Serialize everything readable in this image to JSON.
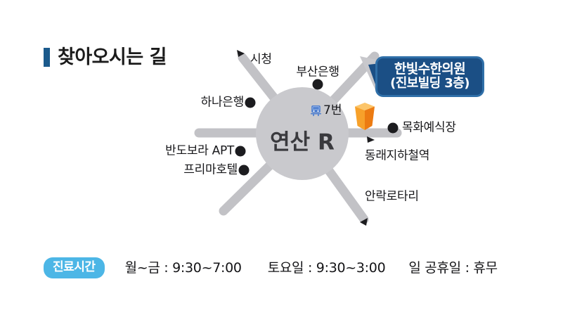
{
  "header": {
    "title": "찾아오시는 길",
    "marker_color": "#1b5a8c"
  },
  "map": {
    "hub": {
      "name": "연산 R",
      "circle_color": "#c9c9cd"
    },
    "road_color": "#c2c2c6",
    "clinic_callout": {
      "line1": "한빛수한의원",
      "line2": "(진보빌딩 3층)",
      "background_color": "#1b4f85",
      "border_color": "#2f6fa8",
      "text_color": "#ffffff"
    },
    "subway_exit": {
      "icon": "subway-icon",
      "label": "7번",
      "icon_color": "#3a6fc4"
    },
    "destination_marker": {
      "icon": "cube-icon",
      "color_front": "#f5931e",
      "color_side": "#e87a14",
      "color_top": "#fcc56a"
    },
    "landmarks": [
      {
        "label": "시청",
        "dot": false,
        "arrow": true
      },
      {
        "label": "부산은행",
        "dot": true,
        "arrow": false
      },
      {
        "label": "하나은행",
        "dot": true,
        "arrow": false
      },
      {
        "label": "반도보라 APT",
        "dot": true,
        "arrow": false
      },
      {
        "label": "프리마호텔",
        "dot": true,
        "arrow": false
      },
      {
        "label": "목화예식장",
        "dot": true,
        "arrow": false
      },
      {
        "label": "동래지하철역",
        "dot": false,
        "arrow": true
      },
      {
        "label": "안락로타리",
        "dot": false,
        "arrow": true
      }
    ]
  },
  "hours": {
    "badge": "진료시간",
    "badge_color": "#4cb6e6",
    "weekday": "월~금 : 9:30~7:00",
    "saturday": "토요일 : 9:30~3:00",
    "holiday": "일 공휴일 : 휴무"
  }
}
